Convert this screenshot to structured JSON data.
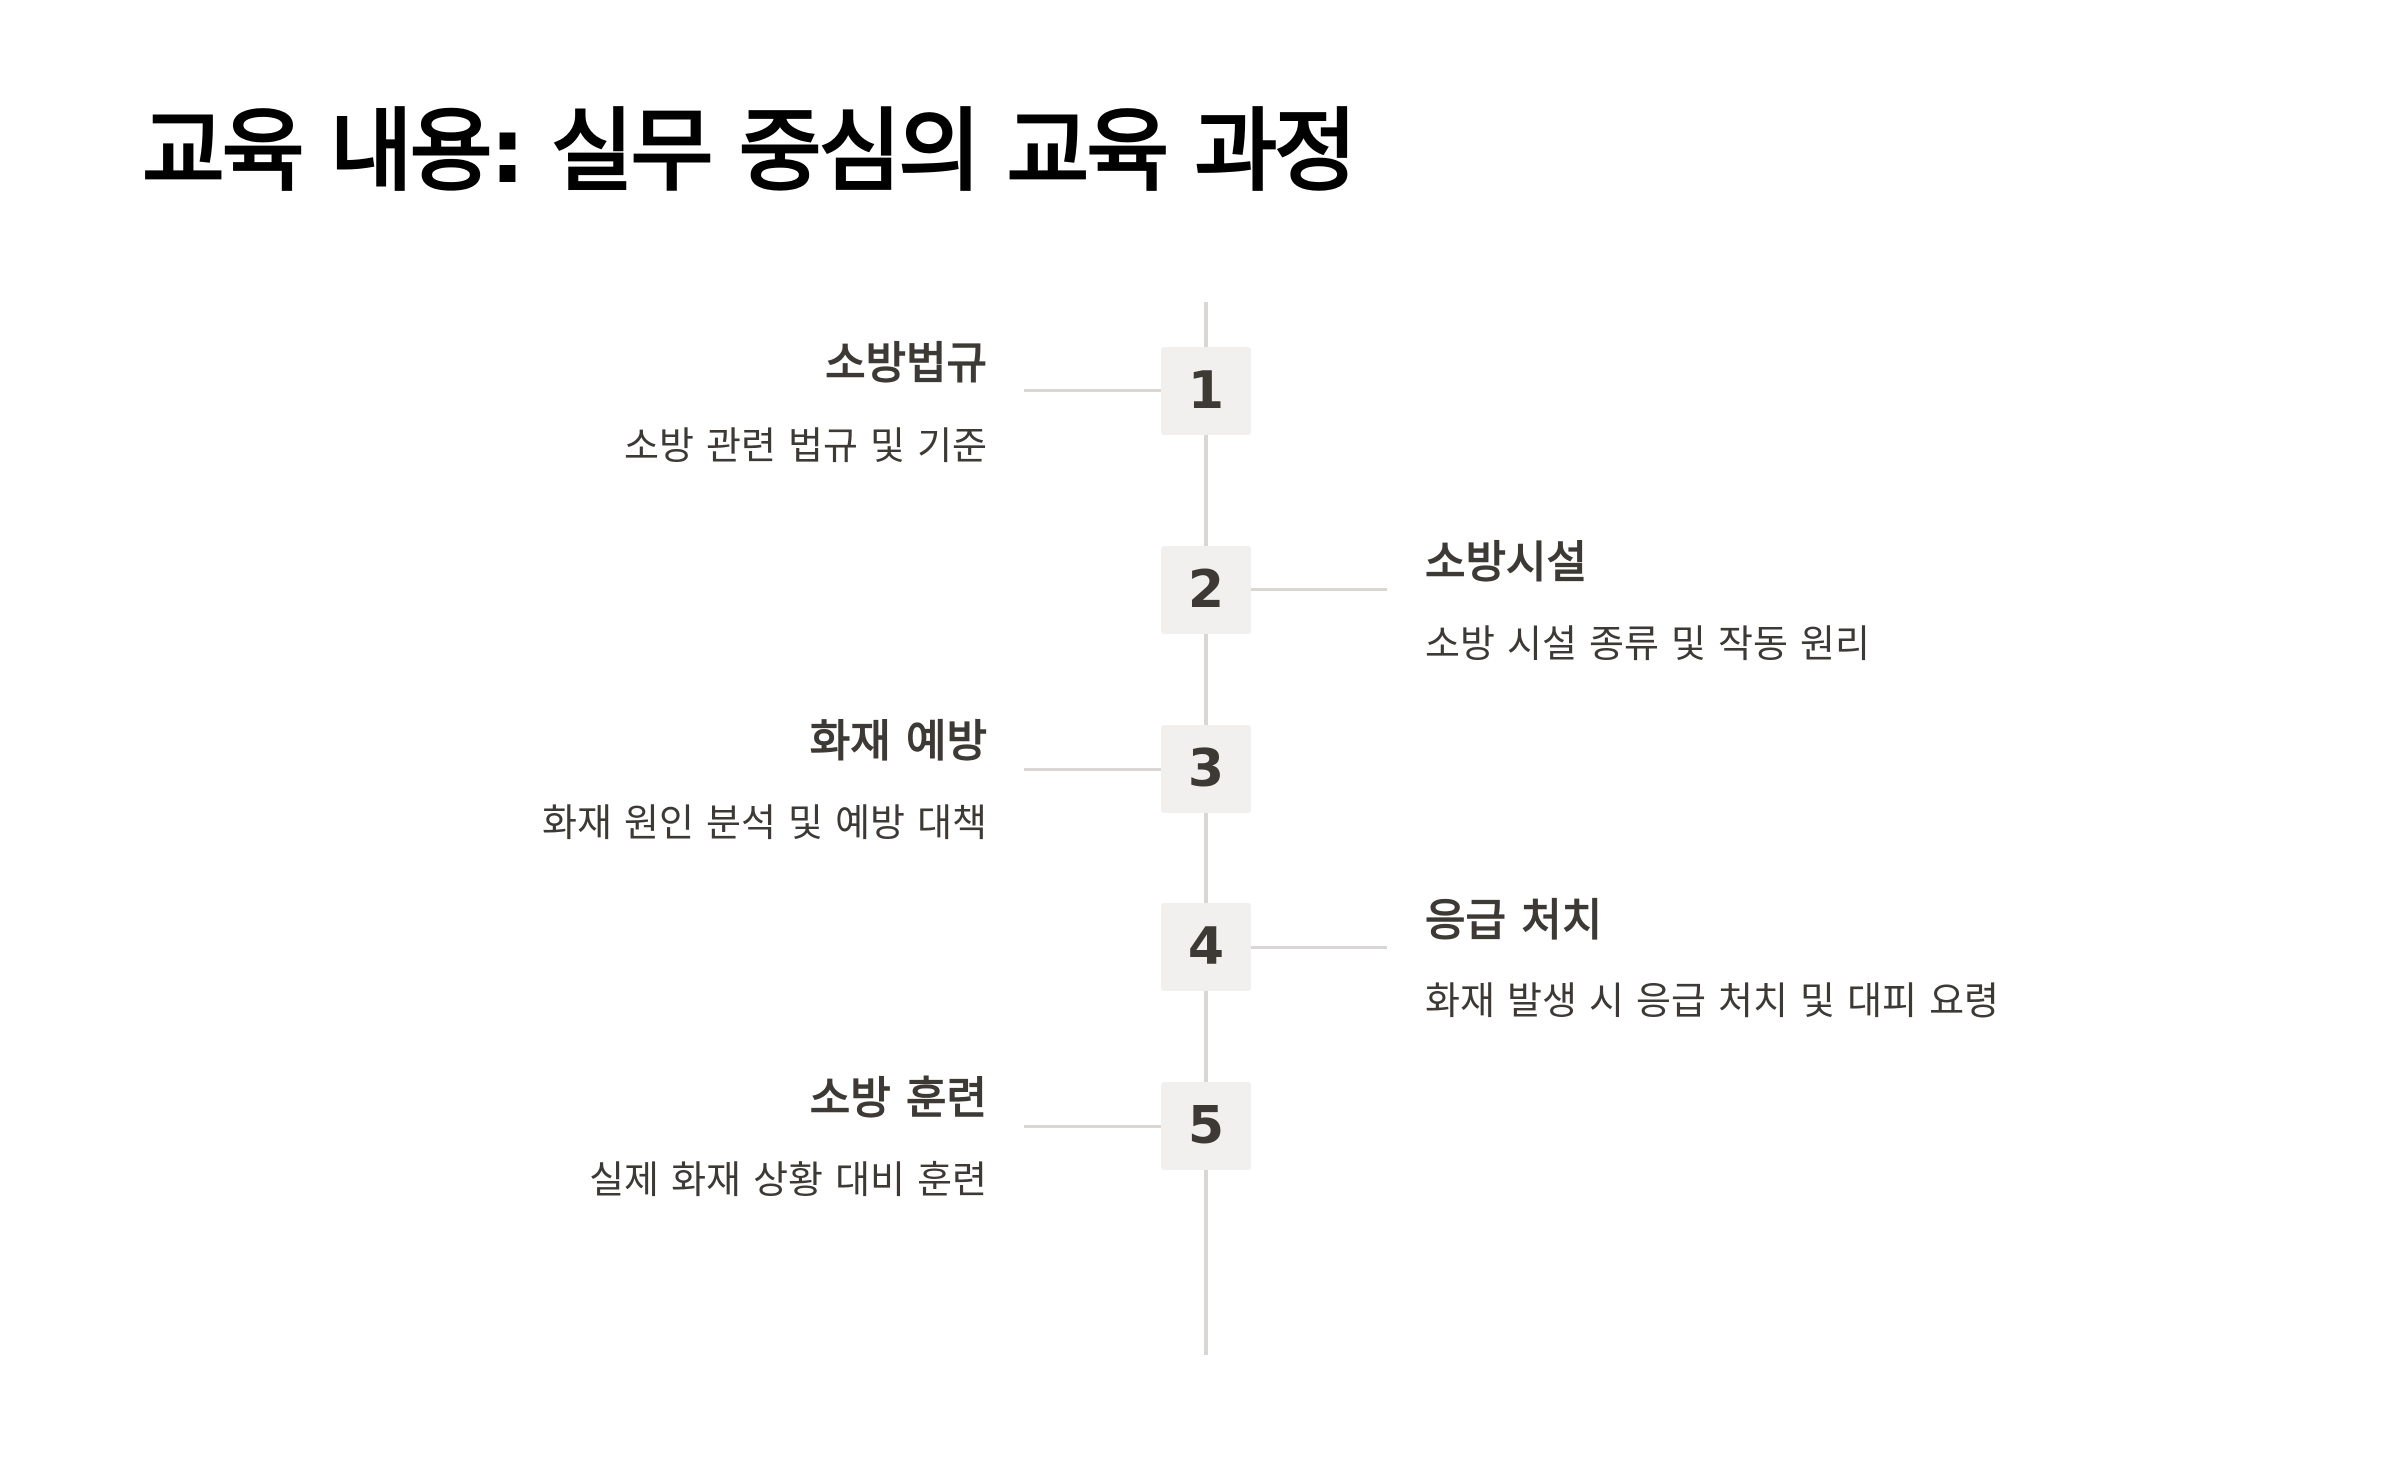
{
  "title": "교육 내용: 실무 중심의 교육 과정",
  "steps": [
    {
      "number": "1",
      "heading": "소방법규",
      "description": "소방 관련 법규 및 기준",
      "side": "left"
    },
    {
      "number": "2",
      "heading": "소방시설",
      "description": "소방 시설 종류 및 작동 원리",
      "side": "right"
    },
    {
      "number": "3",
      "heading": "화재 예방",
      "description": "화재 원인 분석 및 예방 대책",
      "side": "left"
    },
    {
      "number": "4",
      "heading": "응급 처치",
      "description": "화재 발생 시 응급 처치 및 대피 요령",
      "side": "right"
    },
    {
      "number": "5",
      "heading": "소방 훈련",
      "description": "실제 화재 상황 대비 훈련",
      "side": "left"
    }
  ],
  "colors": {
    "title": "#000000",
    "text": "#3d3935",
    "line": "#d9d6d3",
    "box": "#f2f0ee",
    "background": "#ffffff"
  }
}
